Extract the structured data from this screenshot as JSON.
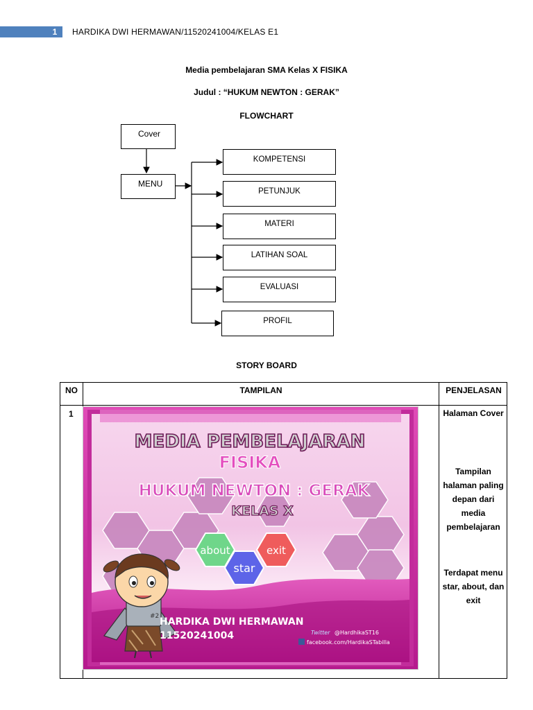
{
  "header": {
    "page_number": "1",
    "text": "HARDIKA DWI HERMAWAN/11520241004/KELAS E1"
  },
  "title": {
    "line1": "Media pembelajaran SMA Kelas X FISIKA",
    "line2": "Judul : “HUKUM NEWTON : GERAK”",
    "line3": "FLOWCHART"
  },
  "flowchart": {
    "cover": "Cover",
    "menu": "MENU",
    "items": [
      "KOMPETENSI",
      "PETUNJUK",
      "MATERI",
      "LATIHAN SOAL",
      "EVALUASI",
      "PROFIL"
    ]
  },
  "storyboard": {
    "heading": "STORY BOARD",
    "columns": [
      "NO",
      "TAMPILAN",
      "PENJELASAN"
    ],
    "rows": [
      {
        "no": "1",
        "desc1": "Halaman Cover",
        "desc2": "Tampilan halaman paling depan dari media pembelajaran",
        "desc3": "Terdapat menu star, about, dan exit"
      }
    ]
  },
  "cover_image": {
    "title1": "MEDIA PEMBELAJARAN",
    "title2": "FISIKA",
    "title3": "HUKUM NEWTON : GERAK",
    "title4": "KELAS X",
    "btn_about": "about",
    "btn_star": "star",
    "btn_exit": "exit",
    "author_name": "HARDIKA DWI HERMAWAN",
    "author_id": "11520241004",
    "twitter": "Twitter",
    "twitter_handle": "@HardhikaST16",
    "facebook": "facebook.com/HardikaSTabilla",
    "badge": "#2",
    "colors": {
      "magenta": "#d42a9f",
      "light_pink": "#f3c2e6",
      "hexagon": "#c98ac0",
      "about": "#6fd68a",
      "star": "#5d64e8",
      "exit": "#ef5c5c"
    }
  }
}
